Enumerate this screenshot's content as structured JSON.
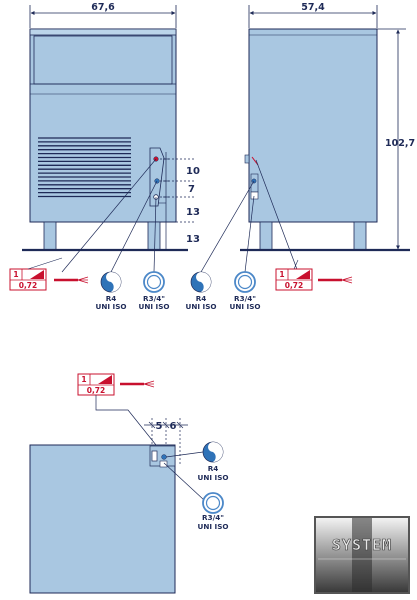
{
  "dimensions": {
    "front_width": "67,6",
    "side_depth": "57,4",
    "height": "102,7",
    "conn_top": "10",
    "conn_mid": "7",
    "conn_bottom": "13",
    "foot_height": "13",
    "top_w1": "5",
    "top_w2": "6"
  },
  "electric": {
    "phase": "1",
    "section": "0,72"
  },
  "connections": {
    "drain": {
      "line1": "R4",
      "line2": "UNI ISO"
    },
    "water": {
      "line1": "R3/4\"",
      "line2": "UNI ISO"
    }
  },
  "logo": {
    "text": "SYSTEM"
  },
  "colors": {
    "panel": "#a9c7e1",
    "panel_top": "#bcd5ea",
    "outline": "#1e2a57",
    "accent_red": "#c8102e",
    "drain_blue": "#2f73b8",
    "water_ring": "#4c88c8"
  }
}
